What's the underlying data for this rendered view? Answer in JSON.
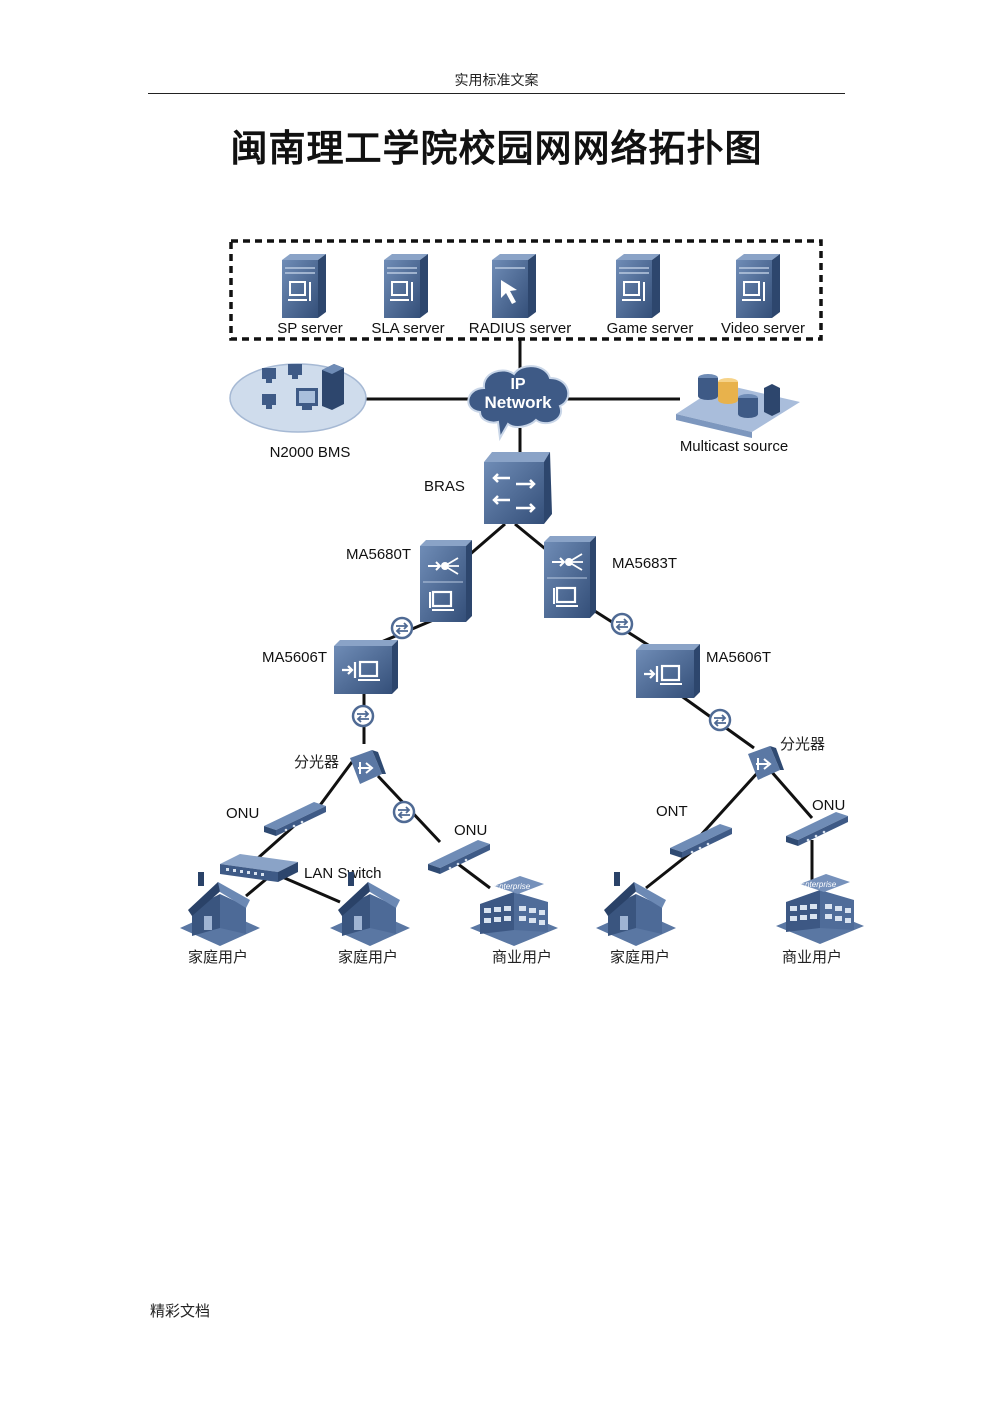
{
  "header": {
    "text": "实用标准文案"
  },
  "title": "闽南理工学院校园网网络拓扑图",
  "footer": {
    "text": "精彩文档"
  },
  "diagram": {
    "servers": [
      "SP  server",
      "SLA server",
      "RADIUS server",
      "Game server",
      "Video server"
    ],
    "ip_network": {
      "line1": "IP",
      "line2": "Network"
    },
    "n2000": "N2000 BMS",
    "multicast": "Multicast source",
    "bras": "BRAS",
    "olt_left": "MA5680T",
    "olt_right": "MA5683T",
    "mdu_left": "MA5606T",
    "mdu_right": "MA5606T",
    "splitter_left": "分光器",
    "splitter_right": "分光器",
    "onu_left": "ONU",
    "onu_mid": "ONU",
    "ont_right": "ONT",
    "onu_right": "ONU",
    "lan_switch": "LAN Switch",
    "users": [
      "家庭用户",
      "家庭用户",
      "商业用户",
      "家庭用户",
      "商业用户"
    ]
  },
  "colors": {
    "device": "#3e5a86",
    "device_light": "#6e8bb4",
    "cloud": "#cfdcec",
    "line": "#111111"
  }
}
